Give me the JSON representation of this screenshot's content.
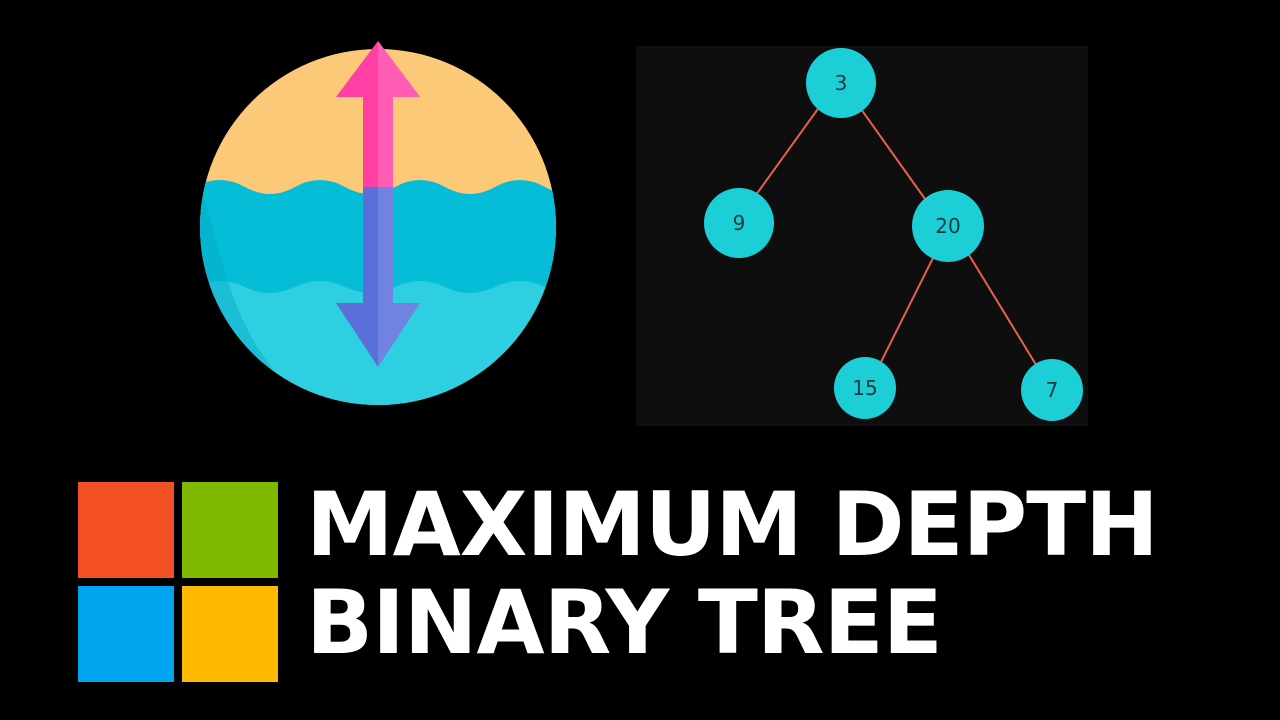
{
  "title": {
    "line1": "MAXIMUM DEPTH",
    "line2": "BINARY TREE"
  },
  "tree": {
    "nodes": [
      "3",
      "9",
      "20",
      "15",
      "7"
    ],
    "edges": [
      [
        "3",
        "9"
      ],
      [
        "3",
        "20"
      ],
      [
        "20",
        "15"
      ],
      [
        "20",
        "7"
      ]
    ]
  },
  "icons": {
    "depth": "water-depth-arrow-icon",
    "brand": "microsoft-logo"
  },
  "colors": {
    "background": "#000000",
    "panel": "#0e0e0e",
    "node": "#1ccfd6",
    "edge": "#e8604a",
    "sand": "#fbc977",
    "water_top": "#06bdd7",
    "water_bottom": "#2fcfe2",
    "arrow_pink": "#ff3fa4",
    "arrow_blue": "#5a6fd8",
    "logo_red": "#f25022",
    "logo_green": "#7fba00",
    "logo_blue": "#00a4ef",
    "logo_yellow": "#ffb900"
  }
}
